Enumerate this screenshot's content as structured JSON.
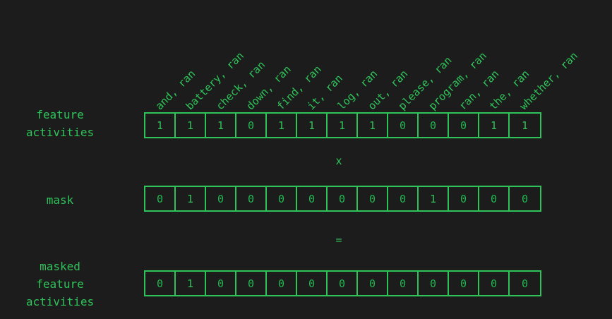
{
  "headers": [
    "and, ran",
    "battery, ran",
    "check, ran",
    "down, ran",
    "find, ran",
    "it, ran",
    "log, ran",
    "out, ran",
    "please, ran",
    "program, ran",
    "ran, ran",
    "the, ran",
    "whether, ran"
  ],
  "rows": [
    {
      "label_lines": [
        "feature",
        "activities"
      ],
      "values": [
        "1",
        "1",
        "1",
        "0",
        "1",
        "1",
        "1",
        "1",
        "0",
        "0",
        "0",
        "1",
        "1"
      ]
    },
    {
      "label_lines": [
        "mask"
      ],
      "values": [
        "0",
        "1",
        "0",
        "0",
        "0",
        "0",
        "0",
        "0",
        "0",
        "1",
        "0",
        "0",
        "0"
      ]
    },
    {
      "label_lines": [
        "masked",
        "feature",
        "activities"
      ],
      "values": [
        "0",
        "1",
        "0",
        "0",
        "0",
        "0",
        "0",
        "0",
        "0",
        "0",
        "0",
        "0",
        "0"
      ]
    }
  ],
  "operators": [
    "x",
    "="
  ],
  "colors": {
    "background": "#1c1c1c",
    "green": "#2fc45a"
  }
}
